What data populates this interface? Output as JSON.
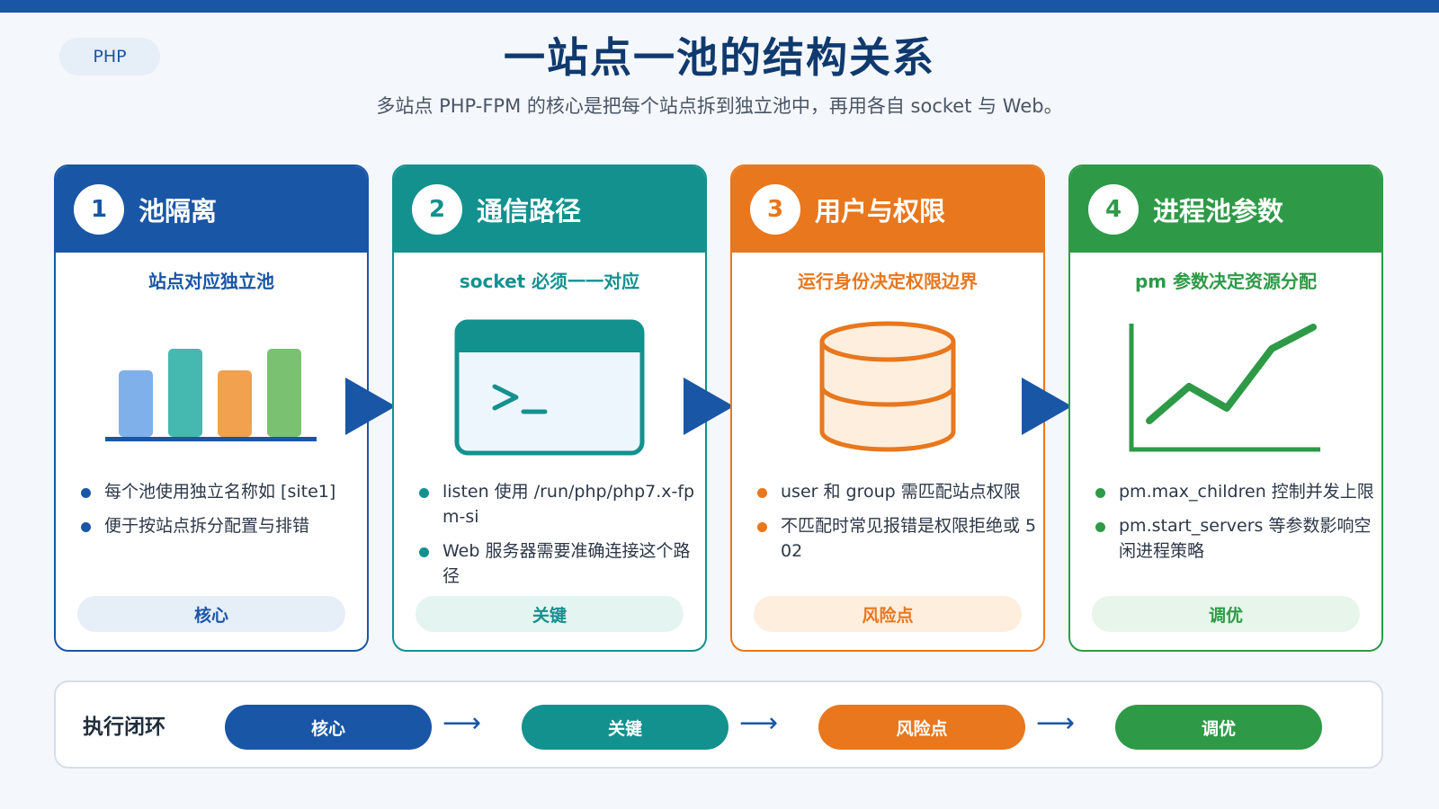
{
  "header": {
    "tag": "PHP",
    "title": "一站点一池的结构关系",
    "subtitle": "多站点 PHP-FPM 的核心是把每个站点拆到独立池中，再用各自 socket 与 Web。"
  },
  "colors": {
    "blue": "#1a56a6",
    "teal": "#12918f",
    "orange": "#e8771d",
    "green": "#2e9a47"
  },
  "cards": [
    {
      "number": "1",
      "title": "池隔离",
      "subtitle": "站点对应独立池",
      "icon": "bar-chart-icon",
      "bullets": [
        "每个池使用独立名称如 [site1]",
        "便于按站点拆分配置与排错"
      ],
      "pill": "核心"
    },
    {
      "number": "2",
      "title": "通信路径",
      "subtitle": "socket 必须一一对应",
      "icon": "terminal-window-icon",
      "bullets": [
        "listen 使用 /run/php/php7.x-fpm-si",
        "Web 服务器需要准确连接这个路径"
      ],
      "pill": "关键"
    },
    {
      "number": "3",
      "title": "用户与权限",
      "subtitle": "运行身份决定权限边界",
      "icon": "database-icon",
      "bullets": [
        "user 和 group 需匹配站点权限",
        "不匹配时常见报错是权限拒绝或 502"
      ],
      "pill": "风险点"
    },
    {
      "number": "4",
      "title": "进程池参数",
      "subtitle": "pm 参数决定资源分配",
      "icon": "line-chart-icon",
      "bullets": [
        "pm.max_children 控制并发上限",
        "pm.start_servers 等参数影响空闲进程策略"
      ],
      "pill": "调优"
    }
  ],
  "loop": {
    "label": "执行闭环",
    "steps": [
      "核心",
      "关键",
      "风险点",
      "调优"
    ]
  }
}
